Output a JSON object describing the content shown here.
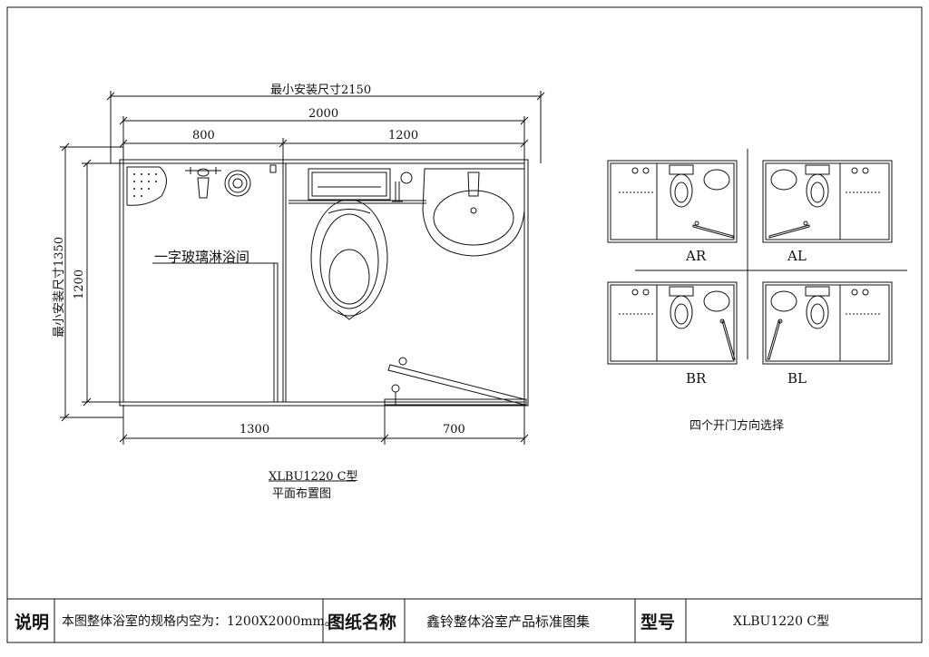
{
  "drawing": {
    "dims": {
      "min_install_width": "最小安装尺寸2150",
      "width": "2000",
      "seg_left": "800",
      "seg_right": "1200",
      "min_install_height": "最小安装尺寸1350",
      "height": "1200",
      "bottom_left": "1300",
      "bottom_right": "700"
    },
    "room_label": "一字玻璃淋浴间",
    "model_caption": "XLBU1220 C型",
    "plan_caption": "平面布置图"
  },
  "variants": {
    "items": [
      {
        "id": "AR",
        "label": "AR"
      },
      {
        "id": "AL",
        "label": "AL"
      },
      {
        "id": "BR",
        "label": "BR"
      },
      {
        "id": "BL",
        "label": "BL"
      }
    ],
    "caption": "四个开门方向选择"
  },
  "title_block": {
    "desc_label": "说明",
    "desc_text": "本图整体浴室的规格内空为：1200X2000mm。",
    "name_label": "图纸名称",
    "name_text": "鑫铃整体浴室产品标准图集",
    "model_label": "型号",
    "model_text": "XLBU1220 C型"
  }
}
